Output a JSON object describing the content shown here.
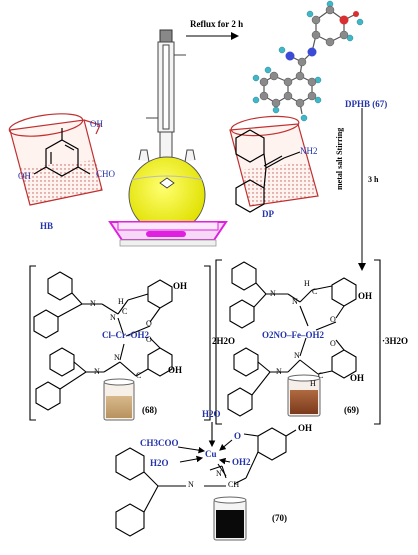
{
  "top": {
    "reflux_label": "Reflux for 2 h",
    "dphb_label": "DPHB (67)",
    "hb_label": "HB",
    "dp_label": "DP",
    "stirring_label": "metal salt  Stirring",
    "time_label": "3 h"
  },
  "hb": {
    "oh_top": "OH",
    "oh_left": "OH",
    "cho": "CHO"
  },
  "dp": {
    "nh2": "NH2"
  },
  "complex68": {
    "number": "(68)",
    "hydrate": "2H2O",
    "oh_top": "OH",
    "oh_bottom": "OH",
    "metal_group": "Cl–Cr–OH2",
    "h_top": "H",
    "c_top": "C",
    "o_top": "O",
    "c_bottom": "C",
    "o_bottom": "O",
    "n1": "N",
    "n2": "N",
    "n3": "N",
    "n4": "N"
  },
  "complex69": {
    "number": "(69)",
    "hydrate": "·3H2O",
    "oh_top": "OH",
    "oh_bottom": "OH",
    "metal_group": "O2NO–Fe–OH2",
    "h_top": "H",
    "c_top": "C",
    "o_top": "O",
    "c_bottom": "C",
    "o_bottom": "O",
    "h_bottom": "H",
    "n1": "N",
    "n2": "N",
    "n3": "N",
    "n4": "N"
  },
  "complex70": {
    "number": "(70)",
    "h2o_top": "H2O",
    "acetate": "CH3COO",
    "h2o_left": "H2O",
    "metal": "Cu",
    "o_label": "O",
    "oh2_right": "OH2",
    "oh": "OH",
    "n1": "N",
    "n2": "N",
    "ch": "CH"
  },
  "colors": {
    "label_blue": "#2233aa",
    "flask_yellow": "#f2f200",
    "hotplate_magenta": "#e020e0",
    "beaker_outline": "#c03030",
    "precipitate_68": "#c8a57c",
    "precipitate_69": "#9a5030",
    "precipitate_70": "#000000"
  }
}
